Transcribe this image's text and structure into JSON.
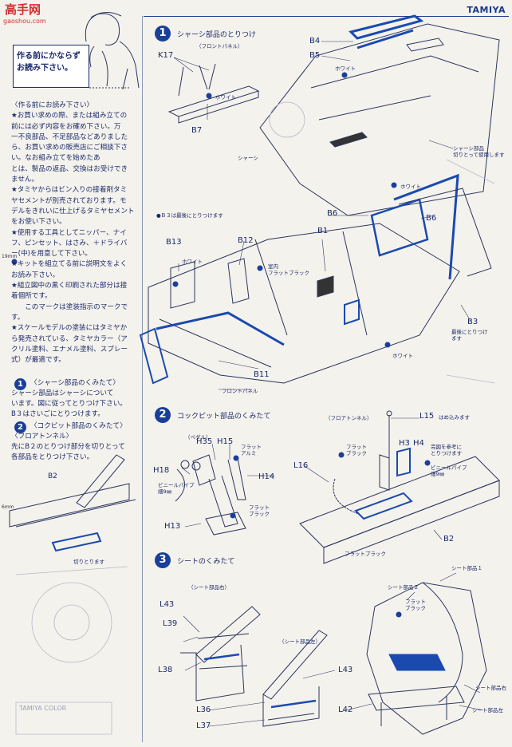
{
  "watermark": {
    "brand": "高手网",
    "url": "gaoshou.com"
  },
  "header": {
    "brand": "TAMIYA"
  },
  "sidebar": {
    "intro_heading": "作る前にかならず\nお読み下さい。",
    "notes": [
      "〈作る前にお読み下さい〉",
      "★お買い求めの際、または組み立ての",
      "前には必ず内容をお確め下さい。万",
      "一不良部品、不足部品などありました",
      "ら、お買い求めの販売店にご相談下さ",
      "い。なお組み立てを始めたあ",
      "とは、製品の返品、交換はお受けでき",
      "ません。",
      "★タミヤからはビン入りの接着剤タミ",
      "ヤセメントが別売されております。モ",
      "デルをきれいに仕上げるタミヤセメント",
      "をお使い下さい。",
      "★使用する工具としてニッパー、ナイ",
      "フ、ピンセット、はさみ、＋ドライバ",
      "ー(中)を用意して下さい。",
      "★キットを組立てる前に説明文をよく",
      "お読み下さい。",
      "★組立図中の黒く印刷された部分は接",
      "着個所です。",
      "　　このマークは塗装指示のマークで",
      "す。",
      "★スケールモデルの塗装にはタミヤか",
      "ら発売されている、タミヤカラー（ア",
      "クリル塗料、エナメル塗料、スプレー",
      "式）が最適です。"
    ],
    "marker_19": "19mm",
    "marker_6": "6mm",
    "steps": [
      {
        "num": "1",
        "title": "〈シャーシ部品のくみたて〉",
        "text": [
          "シャーシ部品はシャーシについて",
          "います。図に従ってとりつけ下さい。",
          "B３はさいごにとりつけます。"
        ]
      },
      {
        "num": "2",
        "title": "〈コクピット部品のくみたて〉",
        "text": [
          "〈フロアトンネル〉",
          "先にB２のとりつけ部分を切りとって",
          "各部品をとりつけ下さい。"
        ]
      }
    ],
    "cut_label": "切りとります",
    "b2_label": "B2"
  },
  "step1": {
    "num": "1",
    "title": "シャーシ部品のとりつけ",
    "front_panel_top": "（フロントパネル）",
    "labels": {
      "b4": "B4",
      "b5": "B5",
      "b7": "B7",
      "k17": "K17",
      "white_top": "ホワイト",
      "white_mid": "ホワイト",
      "chassis": "シャーシ",
      "cut_note": "シャーシ部品\n切りとって使用します",
      "white_b6": "ホワイト",
      "b3_last": "●Ｂ３は最後にとりつけます",
      "b6_left": "B6",
      "b6_right": "B6",
      "b13": "B13",
      "b12": "B12",
      "b1": "B1",
      "white_b13": "ホワイト",
      "interior": "室内\nフラットブラック",
      "b3": "B3",
      "b3_note": "最後にとりつけ\nます",
      "white_low": "ホワイト",
      "b11": "B11",
      "front_panel": "フロントパネル"
    }
  },
  "step2": {
    "num": "2",
    "title": "コックピット部品のくみたて",
    "labels": {
      "floor_tunnel": "（フロアトンネル）",
      "l15": "L15",
      "l15_note": "はめ込みます",
      "pedal": "（ペダル）",
      "h35": "H35",
      "h15": "H15",
      "flat_alu": "フラット\nアルミ",
      "h18": "H18",
      "vinyl_pipe": "ビニールパイプ\n細9㎜",
      "h14": "H14",
      "flat_black": "フラット\nブラック",
      "h13": "H13",
      "flat_black2": "フラット\nブラック",
      "h3": "H3",
      "h4": "H4",
      "reference": "完図を参考に\nとりつけます",
      "vinyl_pipe2": "ビニールパイプ\n細9㎜",
      "l16": "L16",
      "flat_black3": "フラットブラック",
      "b2": "B2"
    }
  },
  "step3": {
    "num": "3",
    "title": "シートのくみたて",
    "labels": {
      "seat_right": "（シート部品右）",
      "l43a": "L43",
      "l39": "L39",
      "l38": "L38",
      "seat_left": "（シート部品左）",
      "l43b": "L43",
      "l36": "L36",
      "l37": "L37",
      "l42": "L42",
      "seat1": "シート部品１",
      "seat2": "シート部品２",
      "flat_black": "フラット\nブラック",
      "seat_right2": "シート部品右",
      "seat_left2": "シート部品左"
    }
  },
  "bottom_logo": "TAMIYA COLOR"
}
